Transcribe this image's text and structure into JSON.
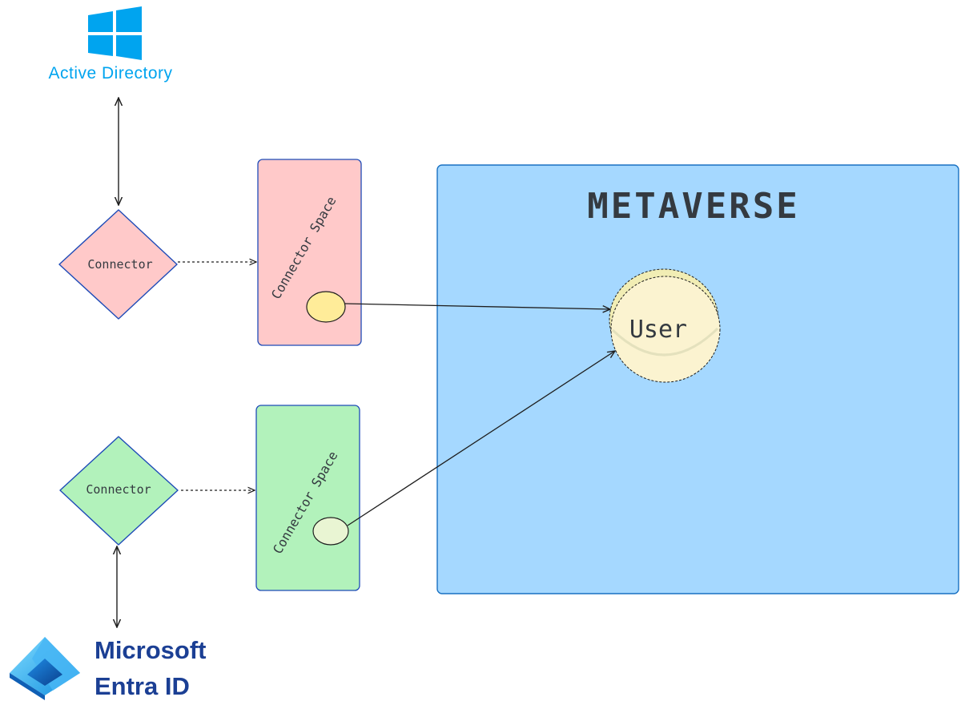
{
  "ad_logo": {
    "icon": "windows-logo-icon",
    "label": "Active Directory",
    "color": "#00a4ef"
  },
  "entra_logo": {
    "icon": "entra-id-logo-icon",
    "line1": "Microsoft",
    "line2": "Entra ID",
    "color": "#1b3f94"
  },
  "top_connector": {
    "label": "Connector",
    "fill": "#ffc9c9"
  },
  "bottom_connector": {
    "label": "Connector",
    "fill": "#b2f2bb"
  },
  "top_connector_space": {
    "label": "Connector Space",
    "fill": "#ffc9c9",
    "object_fill": "#ffec99"
  },
  "bottom_connector_space": {
    "label": "Connector Space",
    "fill": "#b2f2bb",
    "object_fill": "#e9f5d3"
  },
  "metaverse": {
    "title": "METAVERSE",
    "fill": "#a5d8ff",
    "stroke": "#1971c2"
  },
  "user": {
    "label": "User",
    "fill": "#fbf3d0"
  }
}
